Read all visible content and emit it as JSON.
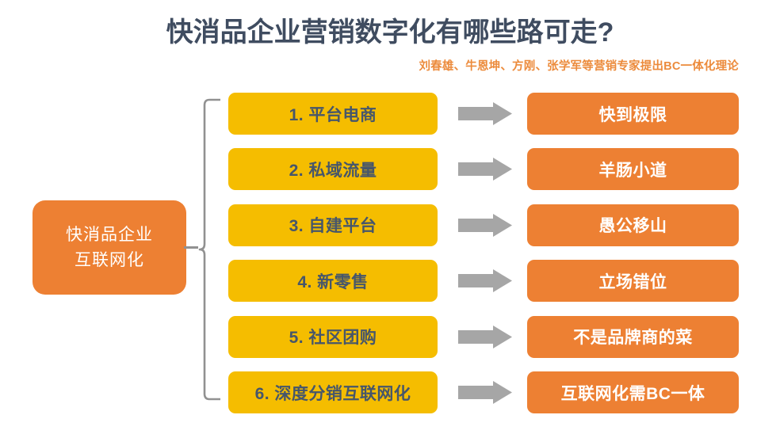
{
  "header": {
    "title": "快消品企业营销数字化有哪些路可走?",
    "subtitle": "刘春雄、牛恩坤、方刚、张学军等营销专家提出BC一体化理论"
  },
  "source_node": {
    "label": "快消品企业\n互联网化"
  },
  "arrow_label": "arrow-right",
  "rows": [
    {
      "path": "1. 平台电商",
      "outcome": "快到极限"
    },
    {
      "path": "2. 私域流量",
      "outcome": "羊肠小道"
    },
    {
      "path": "3. 自建平台",
      "outcome": "愚公移山"
    },
    {
      "path": "4. 新零售",
      "outcome": "立场错位"
    },
    {
      "path": "5. 社区团购",
      "outcome": "不是品牌商的菜"
    },
    {
      "path": "6. 深度分销互联网化",
      "outcome": "互联网化需BC一体"
    }
  ],
  "colors": {
    "background": "#ffffff",
    "title": "#3f4c60",
    "subtitle": "#ec8b3c",
    "path_chip": "#f5bd00",
    "path_text": "#46566b",
    "outcome_chip": "#ed8033",
    "outcome_text": "#ffffff",
    "arrow": "#a6a6a6",
    "bracket": "#919191"
  },
  "layout": {
    "row_top_start": 117,
    "row_pitch": 70.4,
    "row_count": 6
  }
}
